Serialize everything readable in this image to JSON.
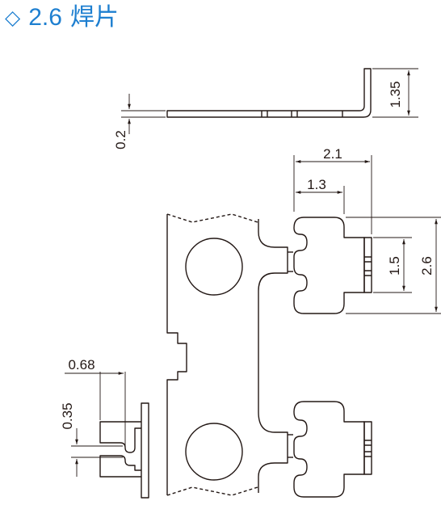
{
  "title": {
    "marker": "◇",
    "number": "2.6",
    "name": "焊片"
  },
  "colors": {
    "title": "#1e7fd0",
    "line": "#231815"
  },
  "dimensions": {
    "thickness": "0.2",
    "bend_height": "1.35",
    "overall_width": "2.1",
    "tab_offset": "1.3",
    "slot_span": "1.5",
    "tab_length": "2.6",
    "slot_width": "0.68",
    "slot_height": "0.35"
  }
}
